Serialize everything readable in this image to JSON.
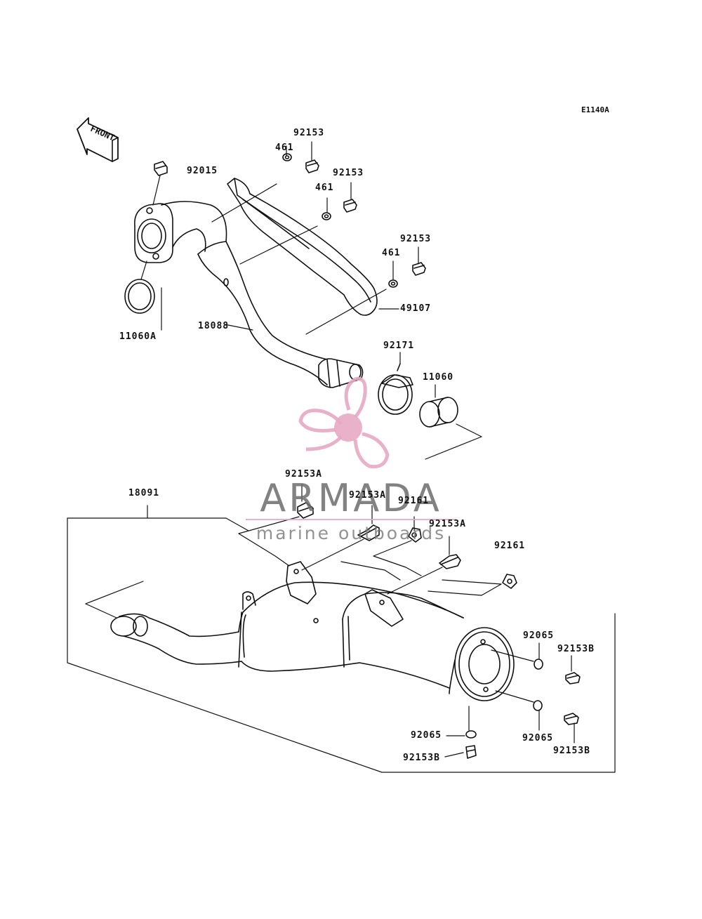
{
  "diagram_code": "E1140A",
  "front_label": "FRONT",
  "watermark": {
    "brand": "ARMADA",
    "tagline": "marine outboards",
    "color_pink": "#e7a9c4",
    "color_grey": "#6d6d6d"
  },
  "parts": {
    "p92153_top": "92153",
    "p461_top": "461",
    "p92015": "92015",
    "p461_mid": "461",
    "p92153_mid": "92153",
    "p92153_low": "92153",
    "p461_low": "461",
    "p49107": "49107",
    "p11060A": "11060A",
    "p18088": "18088",
    "p92171": "92171",
    "p11060": "11060",
    "p18091": "18091",
    "p92153A_1": "92153A",
    "p92153A_2": "92153A",
    "p92161_1": "92161",
    "p92153A_3": "92153A",
    "p92161_2": "92161",
    "p92065_1": "92065",
    "p92153B_1": "92153B",
    "p92065_2": "92065",
    "p92065_3": "92065",
    "p92153B_2": "92153B",
    "p92153B_3": "92153B"
  }
}
